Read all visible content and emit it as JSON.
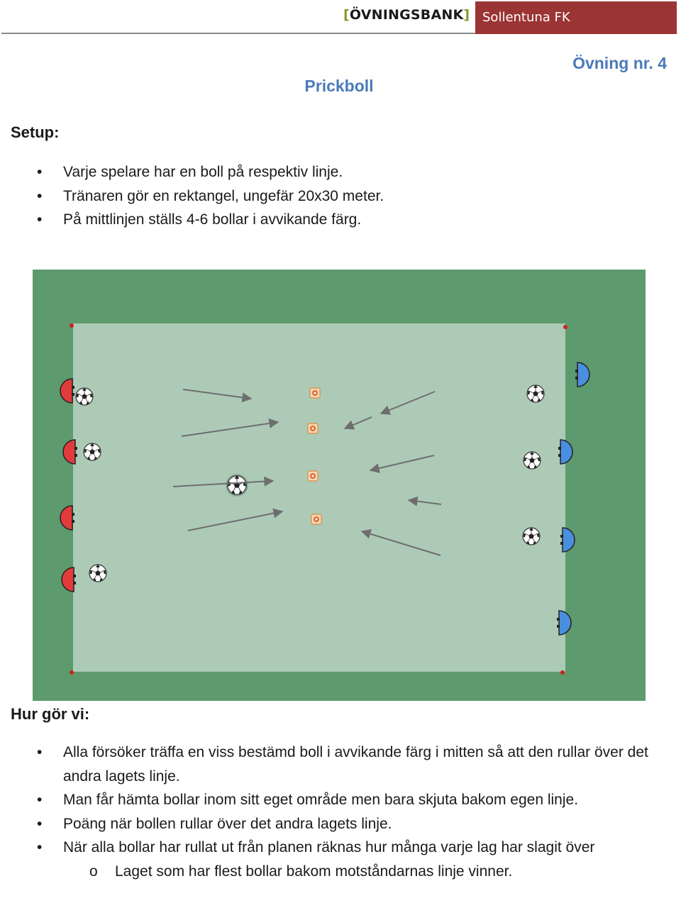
{
  "header": {
    "bracket_open": "[",
    "brand": "ÖVNINGSBANK",
    "bracket_close": "]",
    "club": "Sollentuna FK"
  },
  "exercise": {
    "number_label": "Övning nr. 4",
    "title": "Prickboll"
  },
  "setup": {
    "heading": "Setup:",
    "items": [
      "Varje spelare har en boll på respektiv linje.",
      "Tränaren gör en rektangel, ungefär 20x30 meter.",
      "På mittlinjen ställs 4-6 bollar i avvikande färg."
    ]
  },
  "how": {
    "heading": "Hur gör vi:",
    "items": [
      "Alla försöker träffa en viss bestämd boll i avvikande färg i mitten så att den rullar över det andra lagets linje.",
      "Man får hämta bollar inom sitt eget område men bara skjuta bakom egen linje.",
      "Poäng när bollen rullar över det andra lagets linje.",
      "När alla bollar har rullat ut från planen räknas hur många varje lag har slagit över"
    ],
    "sub_items": [
      "Laget som har flest bollar bakom motståndarnas linje vinner."
    ],
    "bullet_symbol": "•",
    "sub_bullet_symbol": "o"
  },
  "diagram": {
    "icons": [
      "red-player-icon",
      "blue-player-icon",
      "soccer-ball-icon",
      "target-cone-icon",
      "corner-marker-icon",
      "arrow-icon"
    ],
    "colors": {
      "outer_grass": "#5d9a6e",
      "inner_field": "#adcab7",
      "red_team": "#e23b3b",
      "blue_team": "#4a8ee0",
      "cone": "#e08a3a",
      "arrow": "#6e6e6e"
    }
  }
}
